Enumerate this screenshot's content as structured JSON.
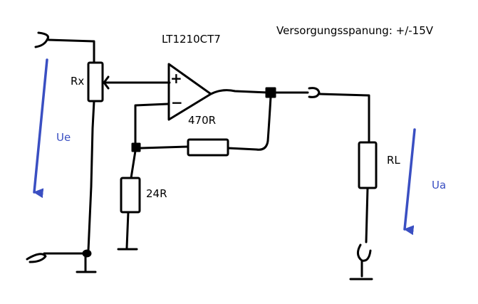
{
  "title": "Versorgungsspanung: +/-15V",
  "opamp": {
    "part": "LT1210CT7",
    "plus": "+",
    "minus": "−"
  },
  "components": {
    "rx": "Rx",
    "r_feedback": "470R",
    "r_ground": "24R",
    "r_load": "RL"
  },
  "voltages": {
    "input": "Ue",
    "output": "Ua"
  },
  "colors": {
    "ink": "#000000",
    "arrow": "#3a4fc2"
  }
}
